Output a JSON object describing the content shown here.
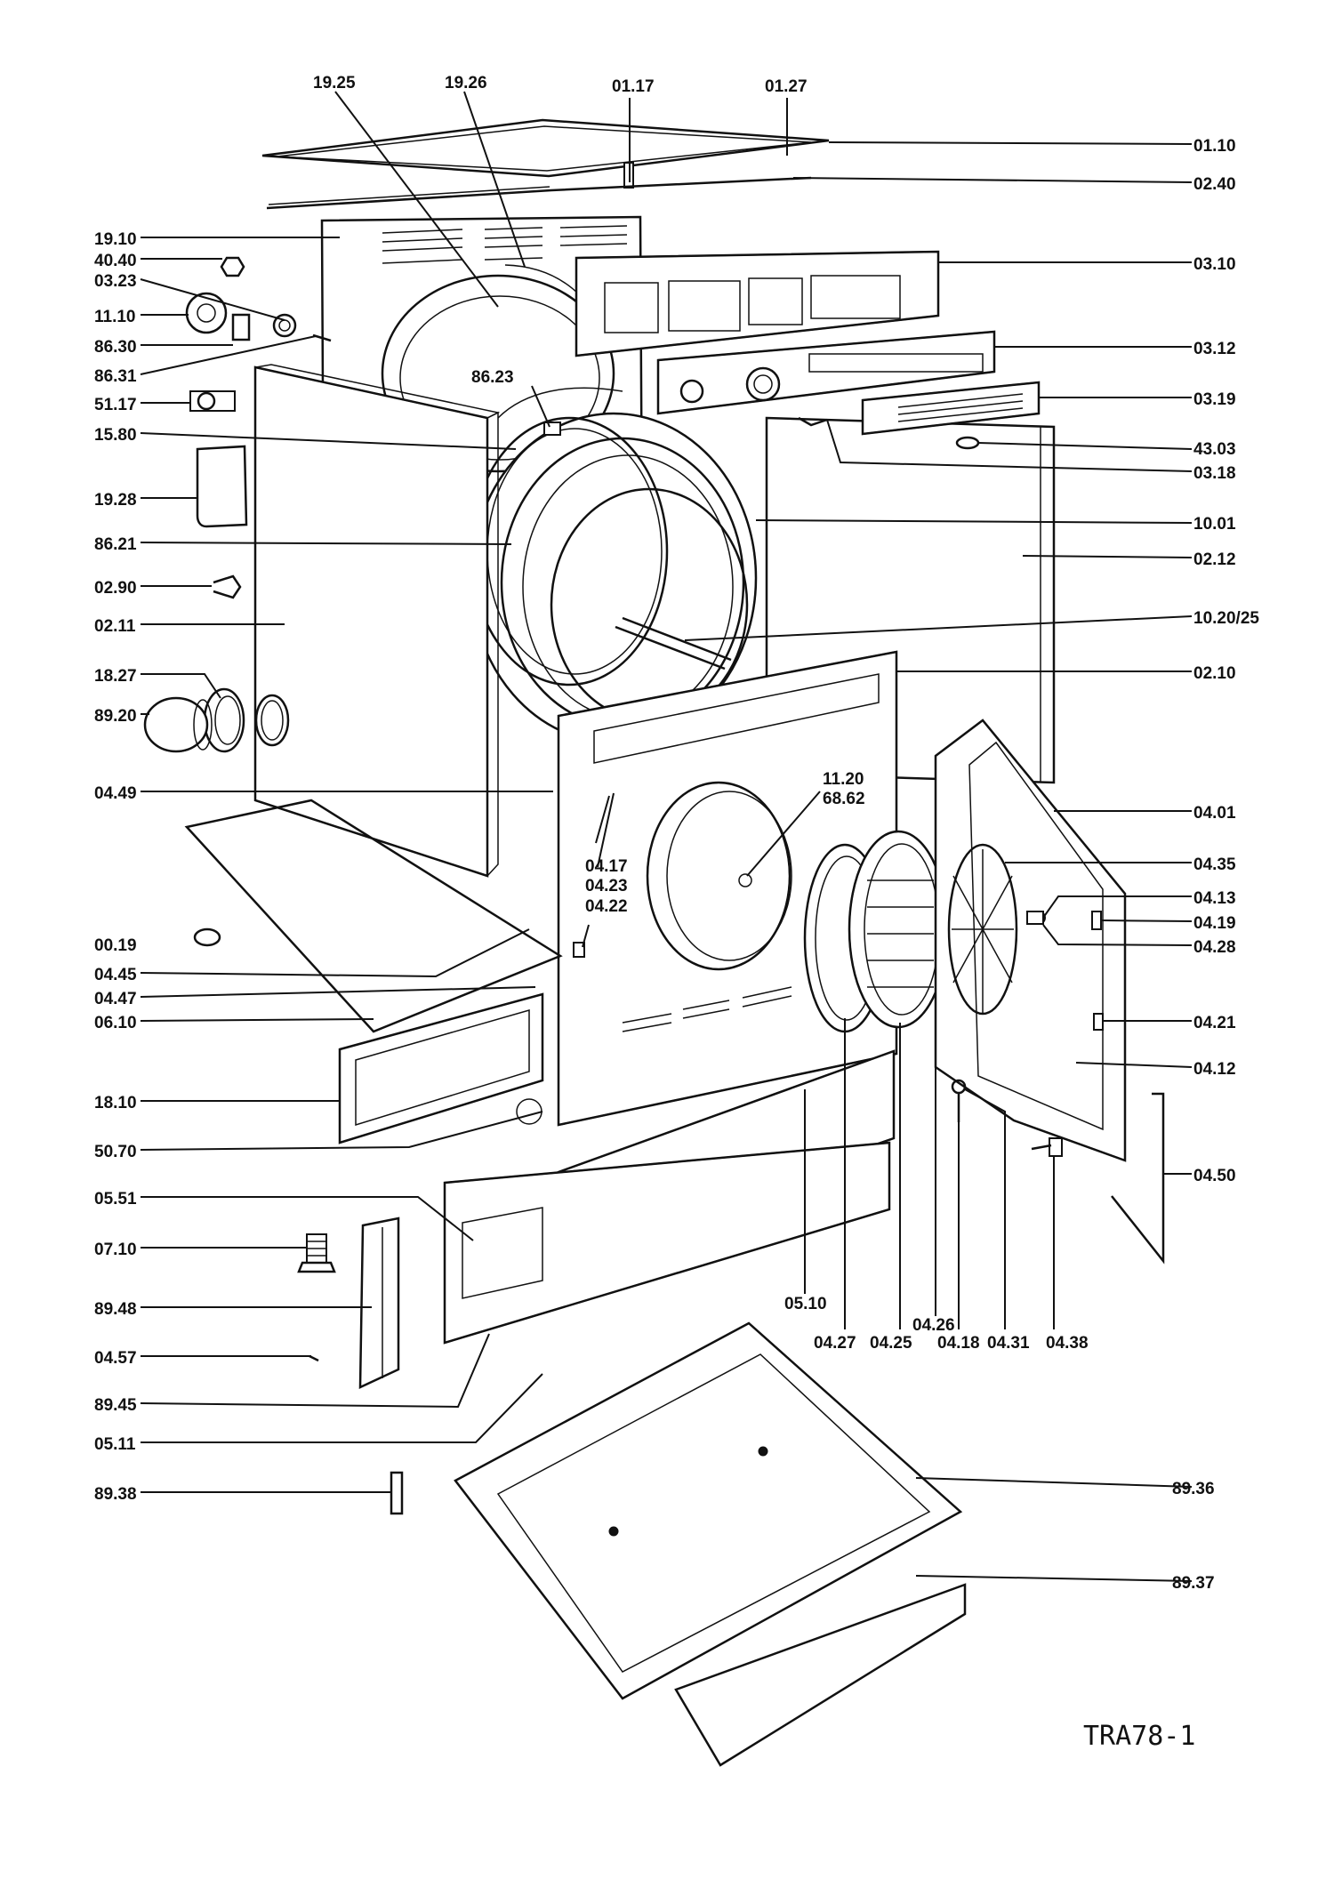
{
  "drawing_code": "TRA78-1",
  "labels": {
    "p_19_25": "19.25",
    "p_19_26": "19.26",
    "p_01_17": "01.17",
    "p_01_27": "01.27",
    "p_01_10": "01.10",
    "p_02_40": "02.40",
    "p_19_10": "19.10",
    "p_40_40": "40.40",
    "p_03_23": "03.23",
    "p_11_10": "11.10",
    "p_86_30": "86.30",
    "p_86_31": "86.31",
    "p_51_17": "51.17",
    "p_15_80": "15.80",
    "p_19_28": "19.28",
    "p_86_21": "86.21",
    "p_02_90": "02.90",
    "p_02_11": "02.11",
    "p_18_27": "18.27",
    "p_89_20": "89.20",
    "p_04_49": "04.49",
    "p_00_19": "00.19",
    "p_04_45": "04.45",
    "p_04_47": "04.47",
    "p_06_10": "06.10",
    "p_18_10": "18.10",
    "p_50_70": "50.70",
    "p_05_51": "05.51",
    "p_07_10": "07.10",
    "p_89_48": "89.48",
    "p_04_57": "04.57",
    "p_89_45": "89.45",
    "p_05_11": "05.11",
    "p_89_38": "89.38",
    "p_03_10": "03.10",
    "p_03_12": "03.12",
    "p_03_19": "03.19",
    "p_43_03": "43.03",
    "p_03_18": "03.18",
    "p_10_01": "10.01",
    "p_02_12": "02.12",
    "p_10_20_25": "10.20/25",
    "p_02_10": "02.10",
    "p_04_01": "04.01",
    "p_04_35": "04.35",
    "p_04_13": "04.13",
    "p_04_19": "04.19",
    "p_04_28": "04.28",
    "p_04_21": "04.21",
    "p_04_12": "04.12",
    "p_04_50": "04.50",
    "p_89_36": "89.36",
    "p_89_37": "89.37",
    "p_86_23": "86.23",
    "p_11_20": "11.20",
    "p_68_62": "68.62",
    "p_04_17": "04.17",
    "p_04_23": "04.23",
    "p_04_22": "04.22",
    "p_05_10": "05.10",
    "p_04_27": "04.27",
    "p_04_25": "04.25",
    "p_04_26": "04.26",
    "p_04_18": "04.18",
    "p_04_31": "04.31",
    "p_04_38": "04.38"
  }
}
